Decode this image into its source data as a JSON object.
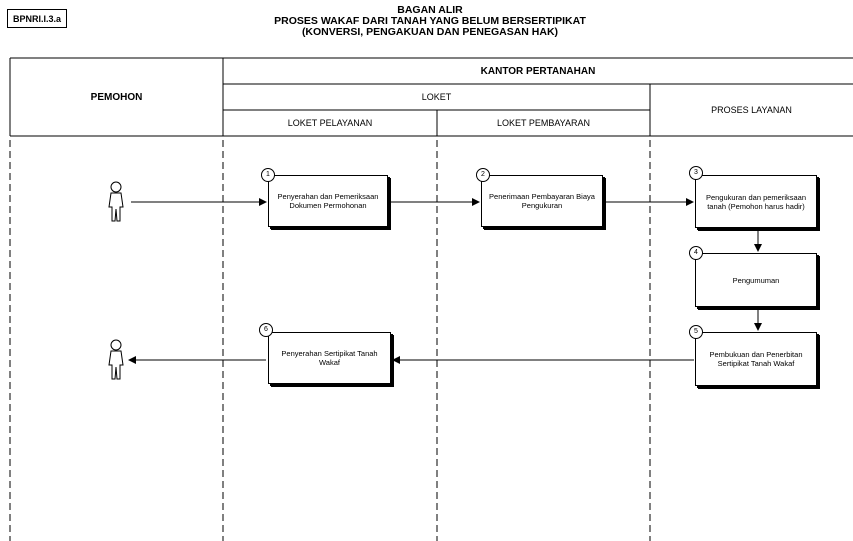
{
  "doc": {
    "code": "BPNRI.I.3.a",
    "title_lines": [
      "BAGAN ALIR",
      "PROSES WAKAF DARI TANAH YANG BELUM BERSERTIPIKAT",
      "(KONVERSI, PENGAKUAN DAN PENEGASAN HAK)"
    ]
  },
  "headers": {
    "pemohon": "PEMOHON",
    "kantor": "KANTOR PERTANAHAN",
    "loket": "LOKET",
    "loket_pelayanan": "LOKET PELAYANAN",
    "loket_pembayaran": "LOKET PEMBAYARAN",
    "proses_layanan": "PROSES LAYANAN"
  },
  "steps": [
    {
      "num": "1",
      "text": "Penyerahan dan Pemeriksaan Dokumen Permohonan"
    },
    {
      "num": "2",
      "text": "Penerimaan Pembayaran Biaya Pengukuran"
    },
    {
      "num": "3",
      "text": "Pengukuran dan pemeriksaan tanah (Pemohon harus hadir)"
    },
    {
      "num": "4",
      "text": "Pengumuman"
    },
    {
      "num": "5",
      "text": "Pembukuan dan Penerbitan Sertipikat Tanah Wakaf"
    },
    {
      "num": "6",
      "text": "Penyerahan Sertipikat Tanah Wakaf"
    }
  ],
  "actors": [
    "person-icon",
    "person-icon"
  ]
}
